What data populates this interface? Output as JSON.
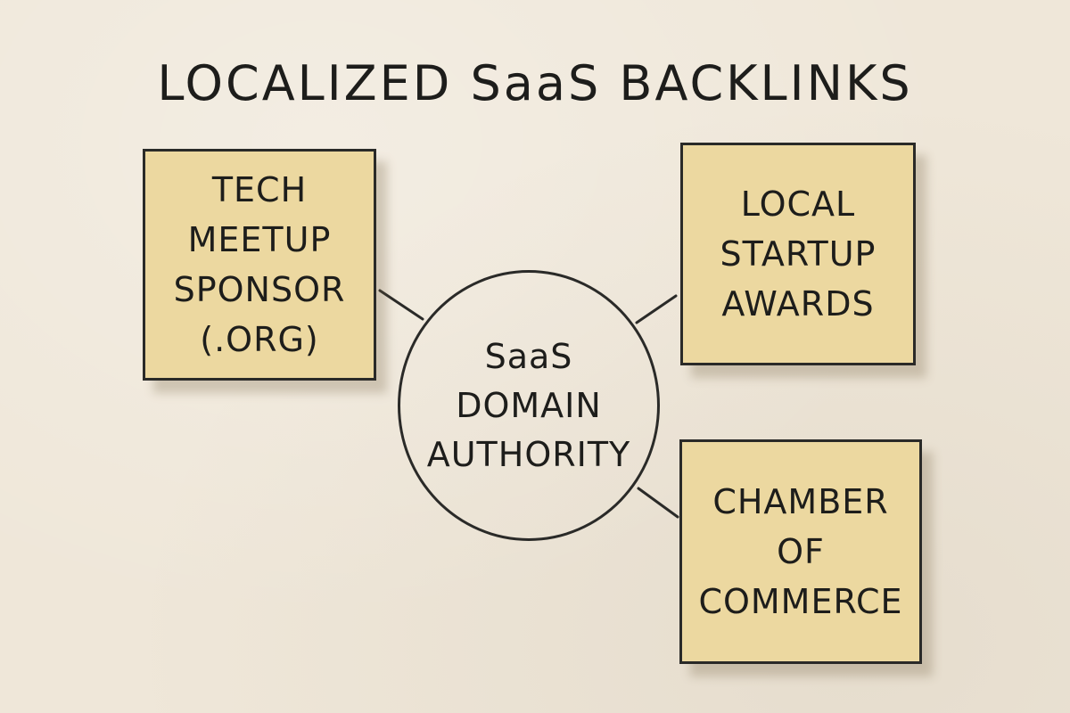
{
  "title": "LOCALIZED SaaS BACKLINKS",
  "hub": {
    "lines": [
      "SaaS",
      "DOMAIN",
      "AUTHORITY"
    ]
  },
  "nodes": [
    {
      "lines": [
        "TECH",
        "MEETUP",
        "SPONSOR",
        "(.ORG)"
      ]
    },
    {
      "lines": [
        "LOCAL",
        "STARTUP",
        "AWARDS"
      ]
    },
    {
      "lines": [
        "CHAMBER",
        "OF",
        "COMMERCE"
      ]
    }
  ],
  "colors": {
    "background": "#efe7d9",
    "note_fill": "#ecd8a0",
    "ink": "#2a2a28"
  }
}
